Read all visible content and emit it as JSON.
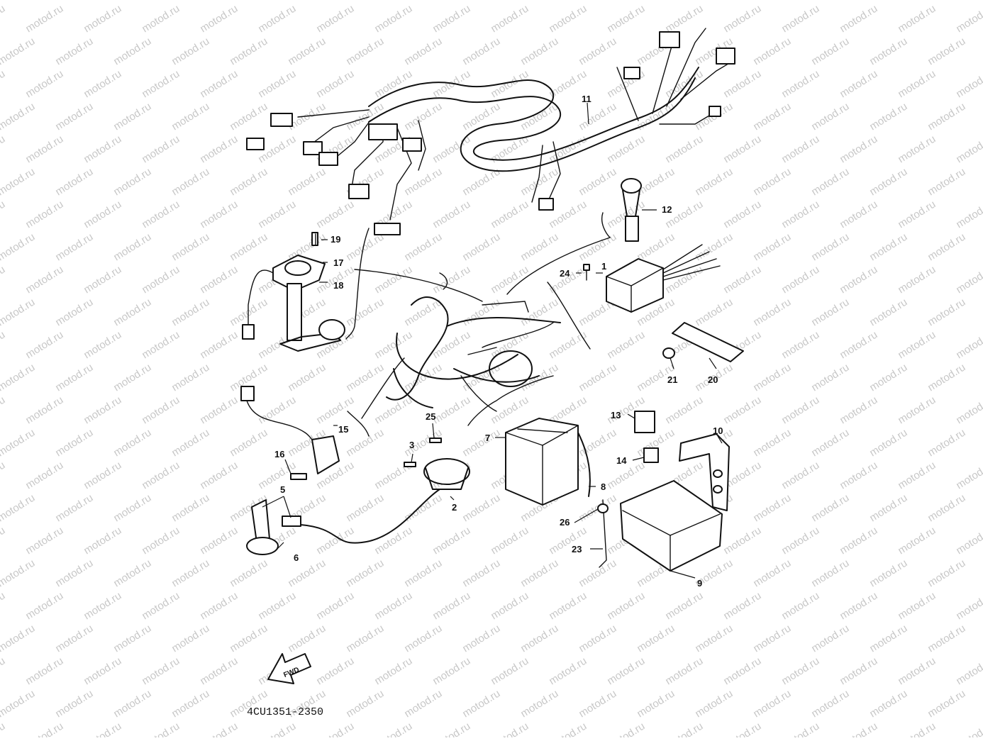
{
  "watermark_text": "motod.ru",
  "diagram_code": "4CU1351-2350",
  "fwd_label": "FWD",
  "callouts": [
    "1",
    "2",
    "3",
    "5",
    "6",
    "7",
    "8",
    "9",
    "10",
    "11",
    "12",
    "13",
    "14",
    "15",
    "16",
    "17",
    "18",
    "19",
    "20",
    "21",
    "23",
    "24",
    "25",
    "26"
  ]
}
